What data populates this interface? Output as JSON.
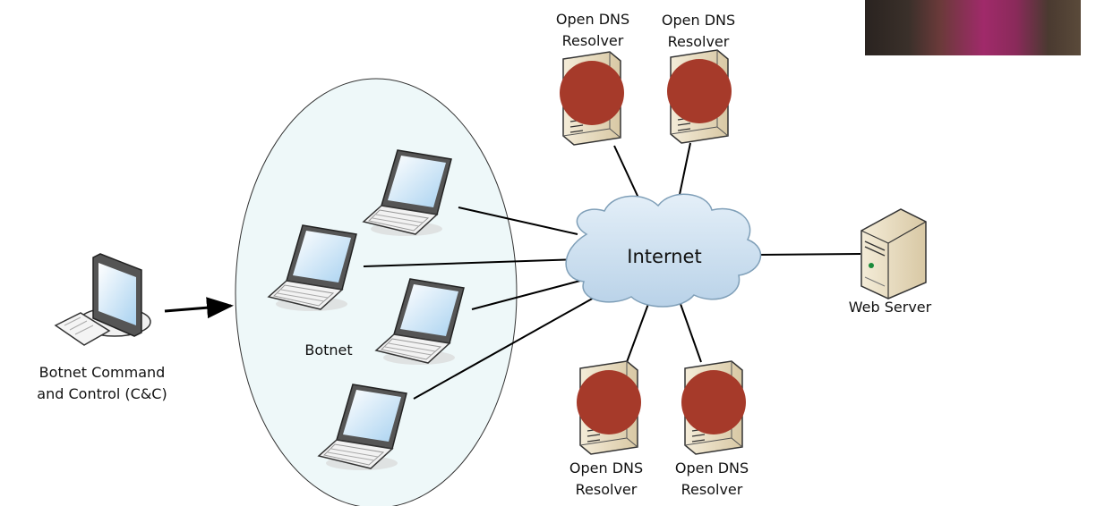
{
  "labels": {
    "botnet_cc_line1": "Botnet Command",
    "botnet_cc_line2": "and Control (C&C)",
    "botnet": "Botnet",
    "internet": "Internet",
    "web_server": "Web Server",
    "resolver_line1": "Open DNS",
    "resolver_line2": "Resolver"
  },
  "colors": {
    "cloud_fill": "#cfe2f1",
    "cloud_stroke": "#7f9fb8",
    "botnet_ellipse_fill": "#eef8f9",
    "resolver_badge": "#a63a2a",
    "server_body": "#e8dcc0",
    "laptop_screen": "#cfe6f8"
  }
}
